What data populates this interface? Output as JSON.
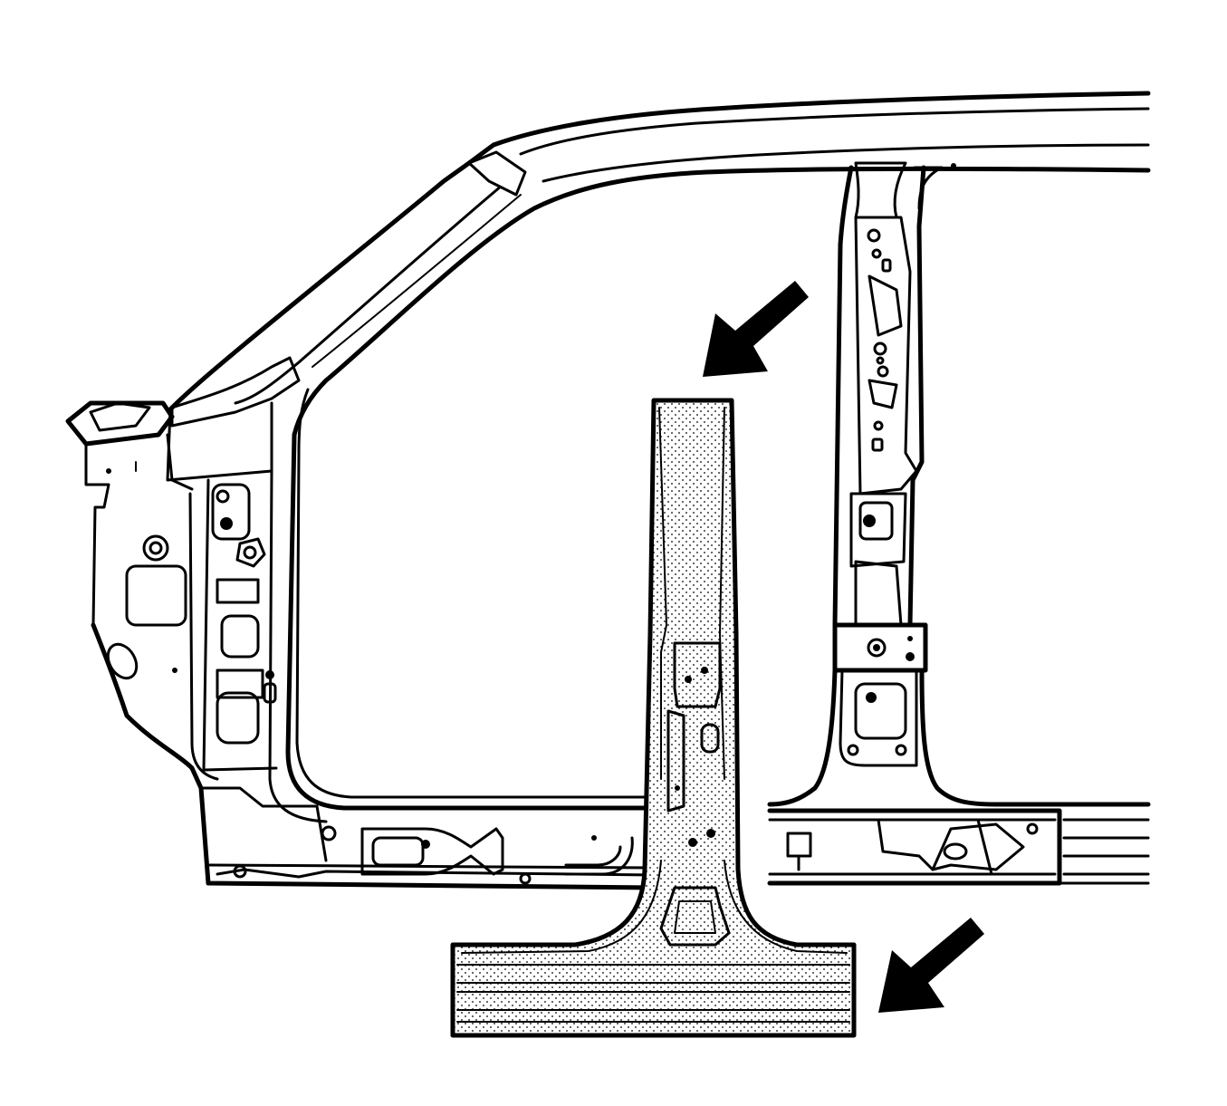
{
  "figure": {
    "background": "#ffffff",
    "line_color": "#000000",
    "highlight_pattern": "stipple",
    "components": [
      "body-side-frame",
      "windshield-pillar",
      "front-hinge-pillar",
      "center-pillar",
      "rocker-panel",
      "replacement-center-pillar-section"
    ],
    "arrows": [
      {
        "name": "arrow-upper",
        "points_to": "replacement-center-pillar-top",
        "direction": "down-left"
      },
      {
        "name": "arrow-lower",
        "points_to": "replacement-rocker-end",
        "direction": "down-left"
      }
    ]
  }
}
